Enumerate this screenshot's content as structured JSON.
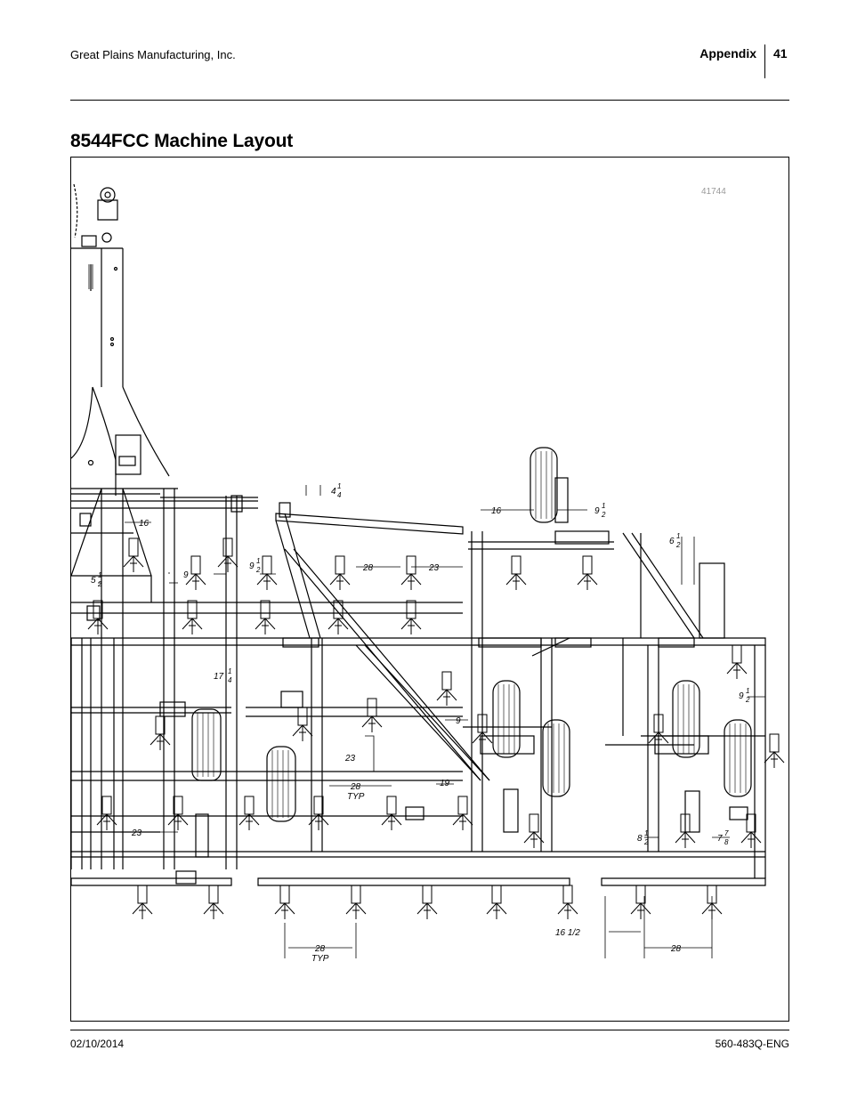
{
  "header": {
    "company": "Great Plains Manufacturing, Inc.",
    "section": "Appendix",
    "page_number": "41"
  },
  "title": "8544FCC Machine Layout",
  "figure": {
    "figure_id": "41744",
    "dimensions": {
      "d_4_1_4": "4",
      "d_4_1_4_frac": [
        "1",
        "4"
      ],
      "d_16_top": "16",
      "d_9_1_2_top": "9",
      "d_9_1_2_top_frac": [
        "1",
        "2"
      ],
      "d_16_left": "16",
      "d_6_1_2": "6",
      "d_6_1_2_frac": [
        "1",
        "2"
      ],
      "d_9_left": "9",
      "d_9_1_2_left": "9",
      "d_9_1_2_left_frac": [
        "1",
        "2"
      ],
      "d_28_mid": "28",
      "d_23_mid": "23",
      "d_5_1_2": "5",
      "d_5_1_2_frac": [
        "1",
        "2"
      ],
      "d_17_1_4": "17",
      "d_17_1_4_frac": [
        "1",
        "4"
      ],
      "d_9_1_2_right": "9",
      "d_9_1_2_right_frac": [
        "1",
        "2"
      ],
      "d_9_center": "9",
      "d_23_center": "23",
      "d_28_typ_center": "28",
      "d_typ_center": "TYP",
      "d_19": "19",
      "d_23_left": "23",
      "d_8_1_2": "8",
      "d_8_1_2_frac": [
        "1",
        "2"
      ],
      "d_7_7_8": "7",
      "d_7_7_8_frac": [
        "7",
        "8"
      ],
      "d_16_1_2": "16  1/2",
      "d_28_bottom_right": "28",
      "d_28_typ_bottom": "28",
      "d_typ_bottom": "TYP"
    }
  },
  "footer": {
    "date": "02/10/2014",
    "doc_number": "560-483Q-ENG"
  }
}
